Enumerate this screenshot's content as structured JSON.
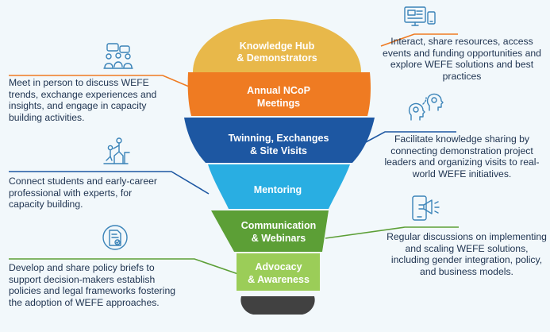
{
  "colors": {
    "knowledge_hub": "#e8b84a",
    "ncop": "#ef7b22",
    "twinning": "#1d57a2",
    "mentoring": "#29aee2",
    "communication": "#5c9f36",
    "advocacy": "#9bcd58",
    "base": "#414141",
    "left_lines": "#ef7b22",
    "right_lines": "#1d57a2",
    "icon_stroke": "#3a83b8"
  },
  "bulb_layers": [
    {
      "id": "knowledge_hub",
      "line1": "Knowledge Hub",
      "line2": "& Demonstrators"
    },
    {
      "id": "ncop",
      "line1": "Annual NCoP",
      "line2": "Meetings"
    },
    {
      "id": "twinning",
      "line1": "Twinning, Exchanges",
      "line2": "& Site Visits"
    },
    {
      "id": "mentoring",
      "line1": "Mentoring",
      "line2": ""
    },
    {
      "id": "communication",
      "line1": "Communication",
      "line2": "& Webinars"
    },
    {
      "id": "advocacy",
      "line1": "Advocacy",
      "line2": "& Awareness"
    }
  ],
  "descriptions": {
    "knowledge_hub": "Interact, share resources, access events and funding opportunities and explore WEFE solutions and best practices",
    "ncop": "Meet in person to discuss WEFE trends, exchange experiences and insights, and engage in capacity building activities.",
    "twinning": "Facilitate knowledge sharing by connecting demonstration project leaders and organizing visits to real-world WEFE initiatives.",
    "mentoring": "Connect students and early-career professional with experts, for capacity building.",
    "communication": "Regular discussions on implementing and scaling WEFE solutions, including gender integration, policy, and business models.",
    "advocacy": "Develop and share policy briefs to support decision-makers establish policies and legal frameworks fostering the adoption of WEFE approaches."
  },
  "icons": {
    "knowledge_hub": "computer-resources-icon",
    "ncop": "meeting-people-icon",
    "twinning": "connected-heads-icon",
    "mentoring": "mentor-helping-icon",
    "communication": "phone-megaphone-icon",
    "advocacy": "policy-document-icon"
  }
}
